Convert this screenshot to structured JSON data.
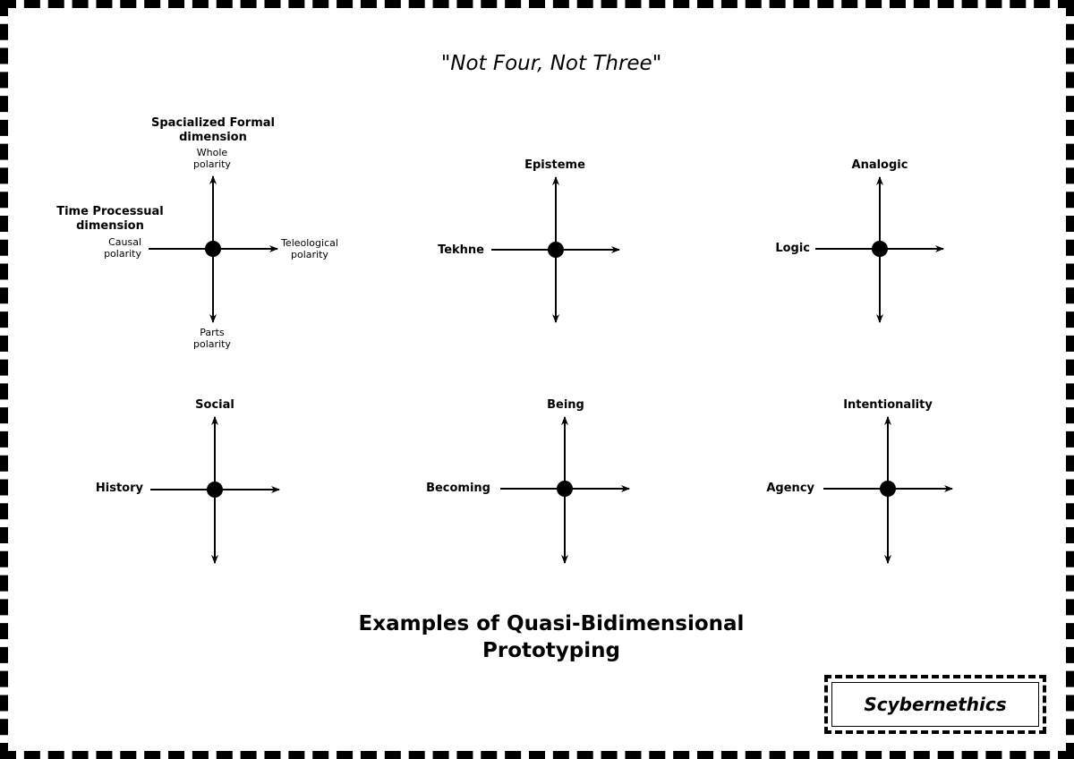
{
  "subtitle": "\"Not Four, Not Three\"",
  "title_line1": "Examples of Quasi-Bidimensional",
  "title_line2": "Prototyping",
  "brand": "Scybernethics",
  "prototype1": {
    "vertical_dimension_line1": "Spacialized Formal",
    "vertical_dimension_line2": "dimension",
    "top_polarity_line1": "Whole",
    "top_polarity_line2": "polarity",
    "horizontal_dimension_line1": "Time Processual",
    "horizontal_dimension_line2": "dimension",
    "left_polarity_line1": "Causal",
    "left_polarity_line2": "polarity",
    "right_polarity_line1": "Teleological",
    "right_polarity_line2": "polarity",
    "bottom_polarity_line1": "Parts",
    "bottom_polarity_line2": "polarity"
  },
  "prototypes": [
    {
      "vertical": "Episteme",
      "horizontal": "Tekhne"
    },
    {
      "vertical": "Analogic",
      "horizontal": "Logic"
    },
    {
      "vertical": "Social",
      "horizontal": "History"
    },
    {
      "vertical": "Being",
      "horizontal": "Becoming"
    },
    {
      "vertical": "Intentionality",
      "horizontal": "Agency"
    }
  ]
}
